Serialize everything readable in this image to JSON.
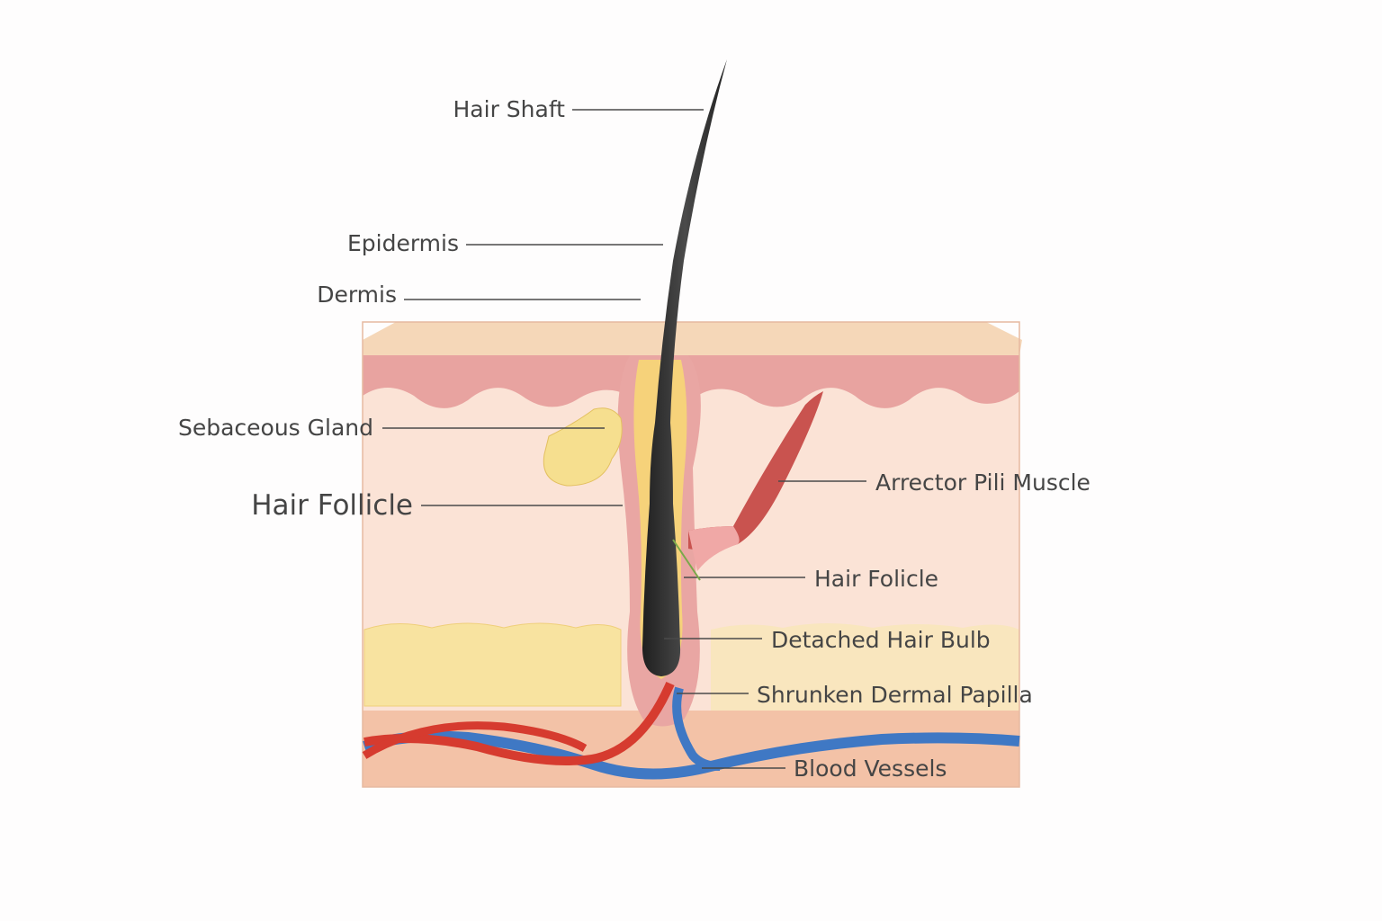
{
  "diagram": {
    "labels": {
      "hair_shaft": "Hair Shaft",
      "epidermis": "Epidermis",
      "dermis": "Dermis",
      "sebaceous_gland": "Sebaceous Gland",
      "hair_follicle": "Hair Follicle",
      "arrector_pili_muscle": "Arrector Pili Muscle",
      "hair_folicle": "Hair Folicle",
      "detached_hair_bulb": "Detached Hair Bulb",
      "shrunken_dermal_papilla": "Shrunken Dermal Papilla",
      "blood_vessels": "Blood Vessels"
    },
    "colors": {
      "epidermis": "#f5d7b8",
      "dermal_layer": "#e8a3a0",
      "dermis": "#fbe3d6",
      "fat": "#f8e3a0",
      "hypodermis": "#f3c2a7",
      "hair": "#2e2e2e",
      "artery": "#d63b2f",
      "vein": "#3f78c4",
      "muscle": "#c9534f"
    }
  }
}
